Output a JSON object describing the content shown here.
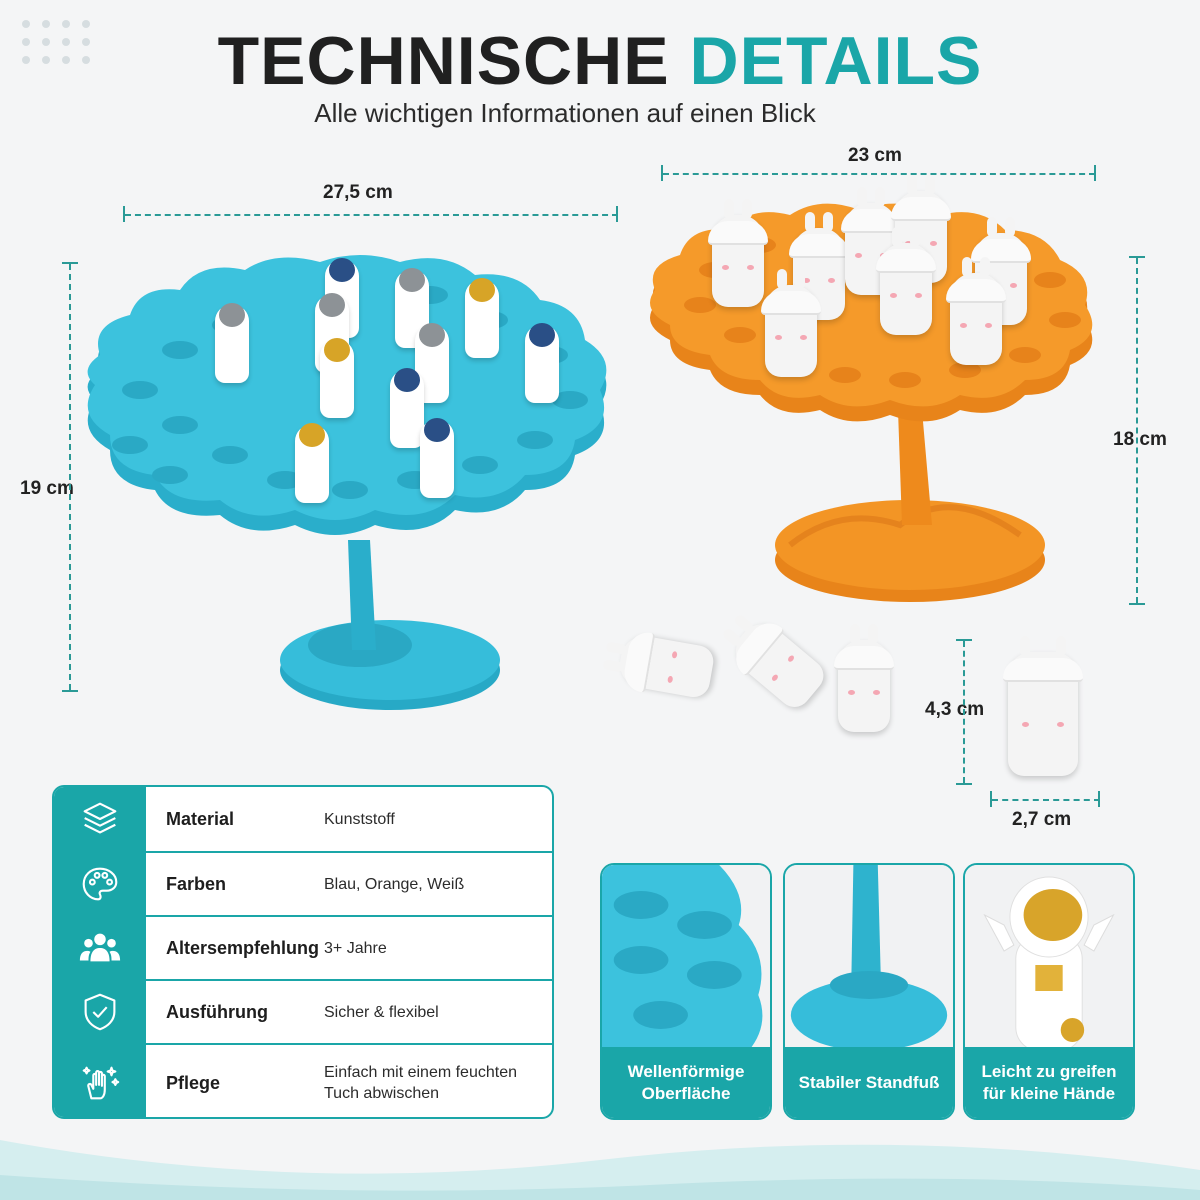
{
  "header": {
    "title_part1": "TECHNISCHE",
    "title_part2": "DETAILS",
    "subtitle": "Alle wichtigen Informationen auf einen Blick"
  },
  "dimensions": {
    "blue_width": "27,5 cm",
    "blue_height": "19 cm",
    "orange_width": "23 cm",
    "orange_height": "18 cm",
    "figure_height": "4,3 cm",
    "figure_width": "2,7 cm"
  },
  "specs": [
    {
      "icon": "layers-icon",
      "label": "Material",
      "value": "Kunststoff"
    },
    {
      "icon": "palette-icon",
      "label": "Farben",
      "value": "Blau, Orange, Weiß"
    },
    {
      "icon": "people-icon",
      "label": "Altersempfehlung",
      "value": "3+ Jahre"
    },
    {
      "icon": "shield-check-icon",
      "label": "Ausführung",
      "value": "Sicher & flexibel"
    },
    {
      "icon": "clean-hand-icon",
      "label": "Pflege",
      "value": "Einfach mit einem feuchten Tuch abwischen"
    }
  ],
  "features": [
    {
      "caption": "Wellenförmige Oberfläche"
    },
    {
      "caption": "Stabiler Standfuß"
    },
    {
      "caption": "Leicht zu greifen für kleine Hände"
    }
  ],
  "colors": {
    "accent": "#1aa6a8",
    "blue_tree": "#2fb6d4",
    "orange_tree": "#f39222"
  }
}
